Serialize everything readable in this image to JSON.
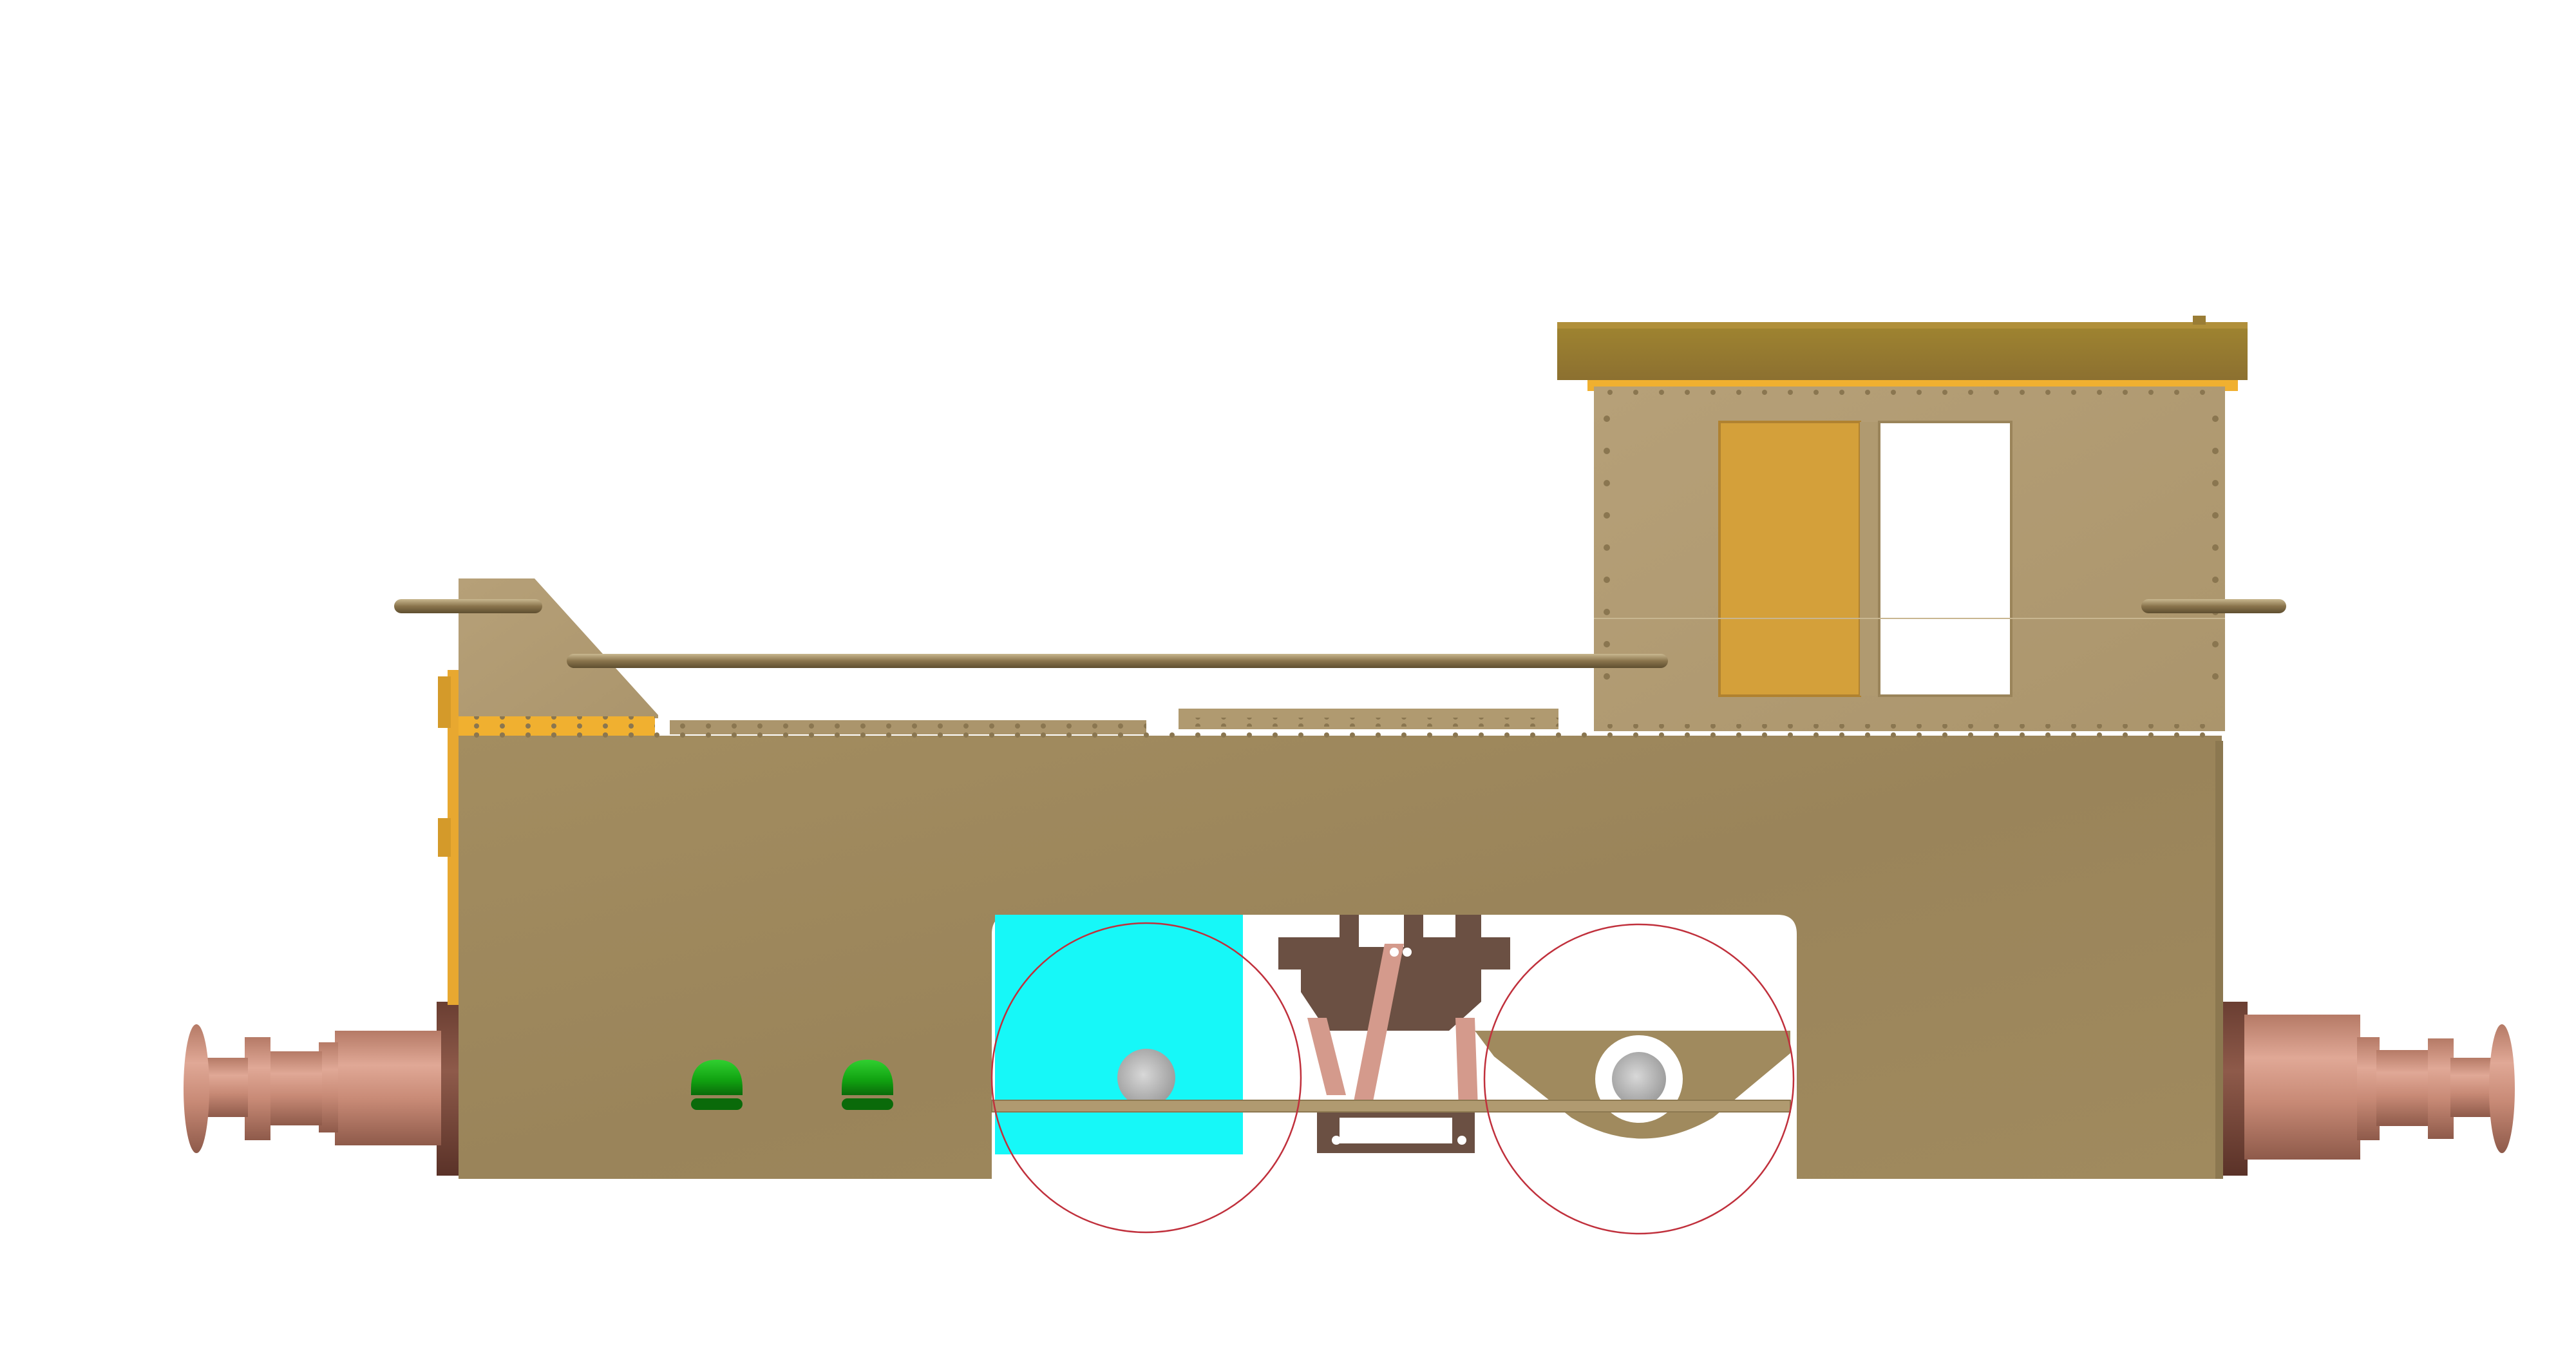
{
  "drawing": {
    "subject": "locomotive-side-view",
    "colors": {
      "background": "#ffffff",
      "body_panel": "#a08a5e",
      "body_panel_light": "#b5a07a",
      "cab_panel": "#b09a70",
      "roof": "#9a7d35",
      "yellow_trim": "#f0b030",
      "cab_window_filled": "#d4a03a",
      "handrail": "#7d6a45",
      "buffer_copper": "#c98a74",
      "buffer_dark": "#7a4a3c",
      "cyan_block": "#16f8f8",
      "green_lamp": "#18b418",
      "wheel_outline": "#c0303c",
      "axle_grey": "#b0b0b0",
      "brake_gear": "#6b5043",
      "brake_link": "#d49a8c"
    },
    "components": [
      "body",
      "cab",
      "roof",
      "front-bonnet",
      "handrail",
      "buffers",
      "wheels",
      "coupling-rod",
      "brake-gear",
      "lamps"
    ]
  }
}
